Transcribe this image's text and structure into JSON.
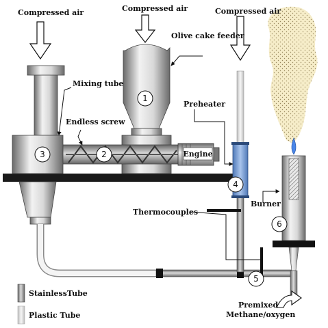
{
  "labels": {
    "compressed_air_left": "Compressed air",
    "compressed_air_center": "Compressed air",
    "compressed_air_right": "Compressed air",
    "olive_cake_feeder": "Olive cake feeder",
    "mixing_tube": "Mixing tube",
    "endless_screw": "Endless screw",
    "preheater": "Preheater",
    "engine": "Engine",
    "thermocouples": "Thermocouples",
    "burner": "Burner",
    "premixed_line1": "Premixed",
    "premixed_line2": "Methane/oxygen"
  },
  "numbers": [
    "1",
    "2",
    "3",
    "4",
    "5",
    "6"
  ],
  "legend": [
    {
      "label": "StainlessTube",
      "color": "#777777"
    },
    {
      "label": "Plastic Tube",
      "color": "#e6e6e6"
    }
  ],
  "colors": {
    "flame_fill": "#f6edc9",
    "flame_dots": "#9a8a60",
    "table": "#1a1a1a",
    "metal_dark": "#6e6e6e",
    "metal_light": "#eeeeee"
  }
}
